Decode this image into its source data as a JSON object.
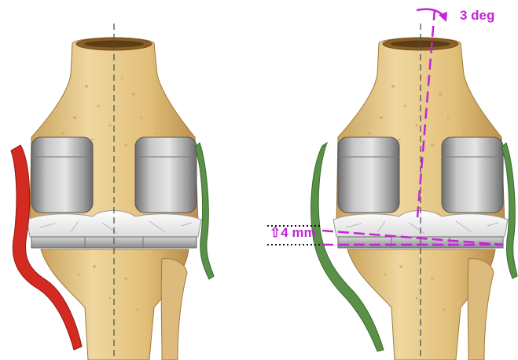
{
  "annotations": {
    "rotation_label": "3 deg",
    "shift_label": "4 mm",
    "arrow_up_glyph": "⇧"
  },
  "colors": {
    "annotation": "#c226d6",
    "bone": "#e6c989",
    "bone_shadow": "#b8894a",
    "implant": "#a8a8a8",
    "insert": "#f4f4f4",
    "ligament_lateral_tight": "#d32a22",
    "ligament_medial": "#5a9148",
    "mechanical_axis": "#555555"
  },
  "panels": {
    "left": {
      "state": "ligament-imbalanced"
    },
    "right": {
      "state": "after-correction"
    }
  }
}
